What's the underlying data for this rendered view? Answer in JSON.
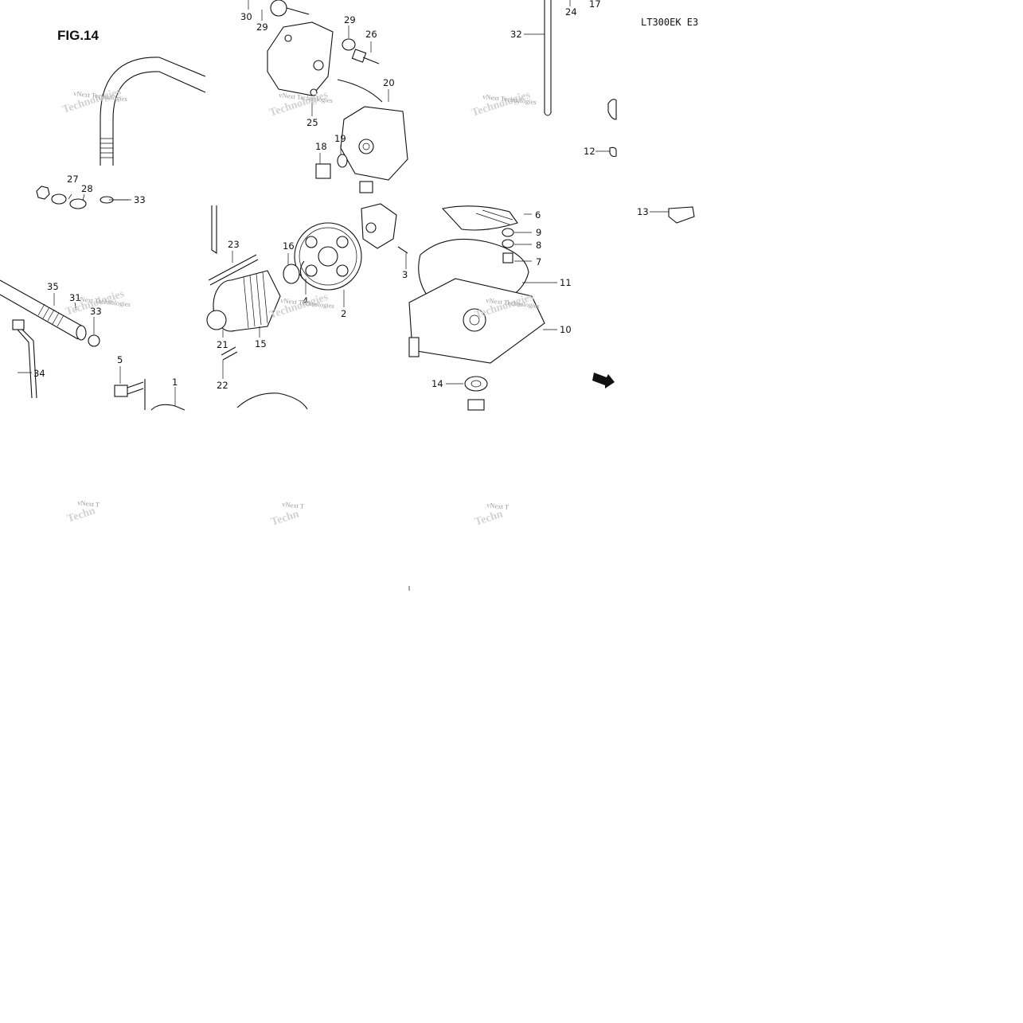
{
  "figure": {
    "title": "FIG.14",
    "model_code": "LT300EK E3",
    "fwd_label": "FWD"
  },
  "watermark": {
    "line1": "vNext Technologies",
    "line2": "Technologies",
    "line1_partial": "vNext T",
    "line2_partial": "Techn"
  },
  "callouts": {
    "c1": "1",
    "c2": "2",
    "c3": "3",
    "c4": "4",
    "c5": "5",
    "c6": "6",
    "c7": "7",
    "c8": "8",
    "c9": "9",
    "c10": "10",
    "c11": "11",
    "c12": "12",
    "c13": "13",
    "c14": "14",
    "c15": "15",
    "c16": "16",
    "c17": "17",
    "c18": "18",
    "c19": "19",
    "c20": "20",
    "c21": "21",
    "c22": "22",
    "c23": "23",
    "c24": "24",
    "c25": "25",
    "c26": "26",
    "c27": "27",
    "c28": "28",
    "c29": "29",
    "c30": "30",
    "c31": "31",
    "c32": "32",
    "c33": "33",
    "c34": "34",
    "c35": "35"
  }
}
